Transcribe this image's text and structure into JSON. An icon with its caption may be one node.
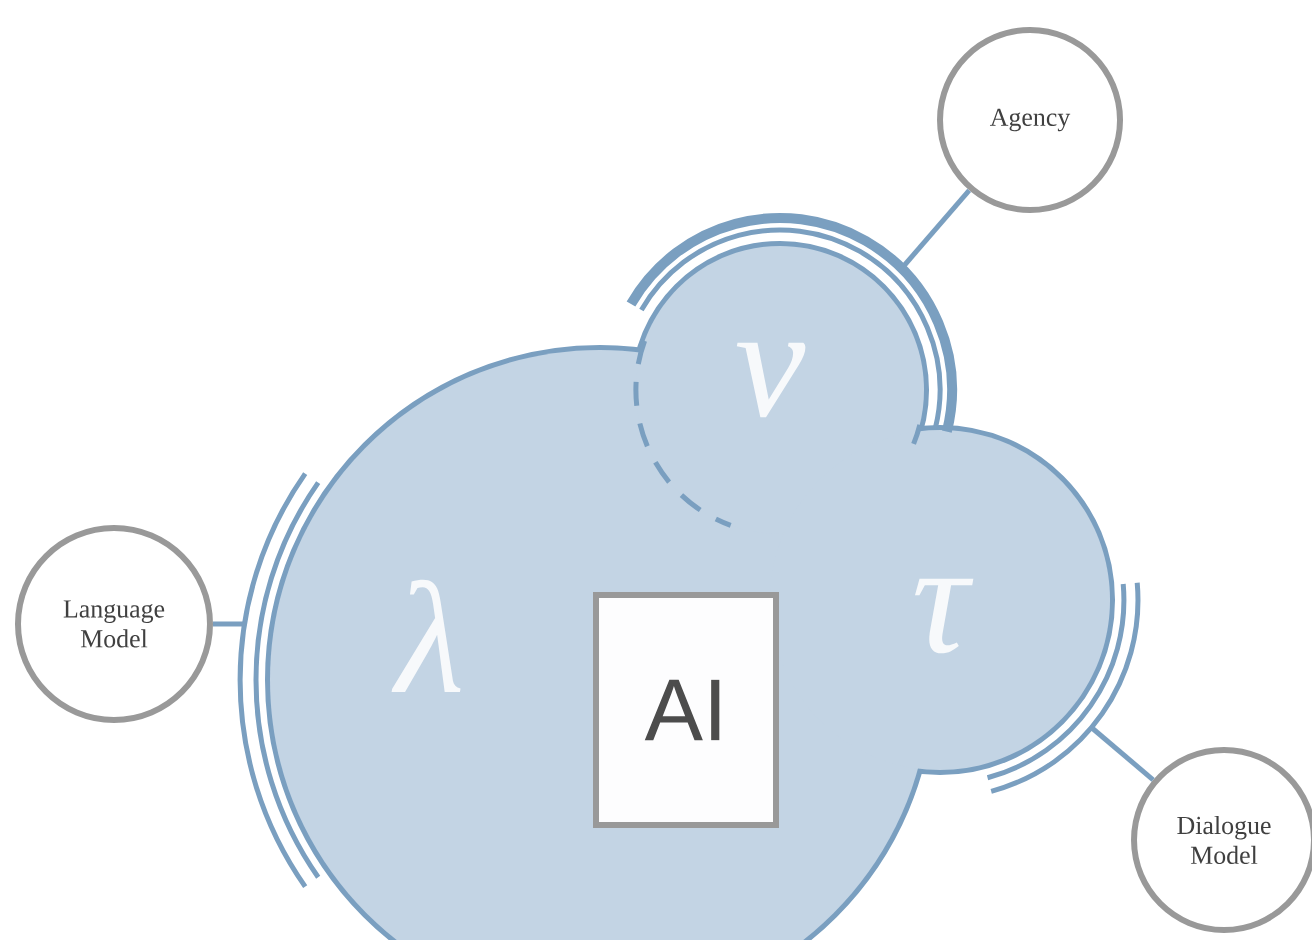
{
  "diagram": {
    "nodes": [
      {
        "text": [],
        "shape": "cloud"
      },
      {
        "text": [
          "AI"
        ],
        "in": 0
      },
      {
        "text": [
          "Agency"
        ]
      },
      {
        "text": [
          "Language Model"
        ]
      },
      {
        "text": [
          "Dialogue Model"
        ]
      }
    ],
    "edges": [
      {
        "from": 2,
        "to": 0,
        "arrow": "none"
      },
      {
        "from": 3,
        "to": 0,
        "arrow": "none"
      },
      {
        "from": 4,
        "to": 0,
        "arrow": "none"
      }
    ],
    "labels": [
      "ν",
      "λ",
      "τ"
    ]
  }
}
